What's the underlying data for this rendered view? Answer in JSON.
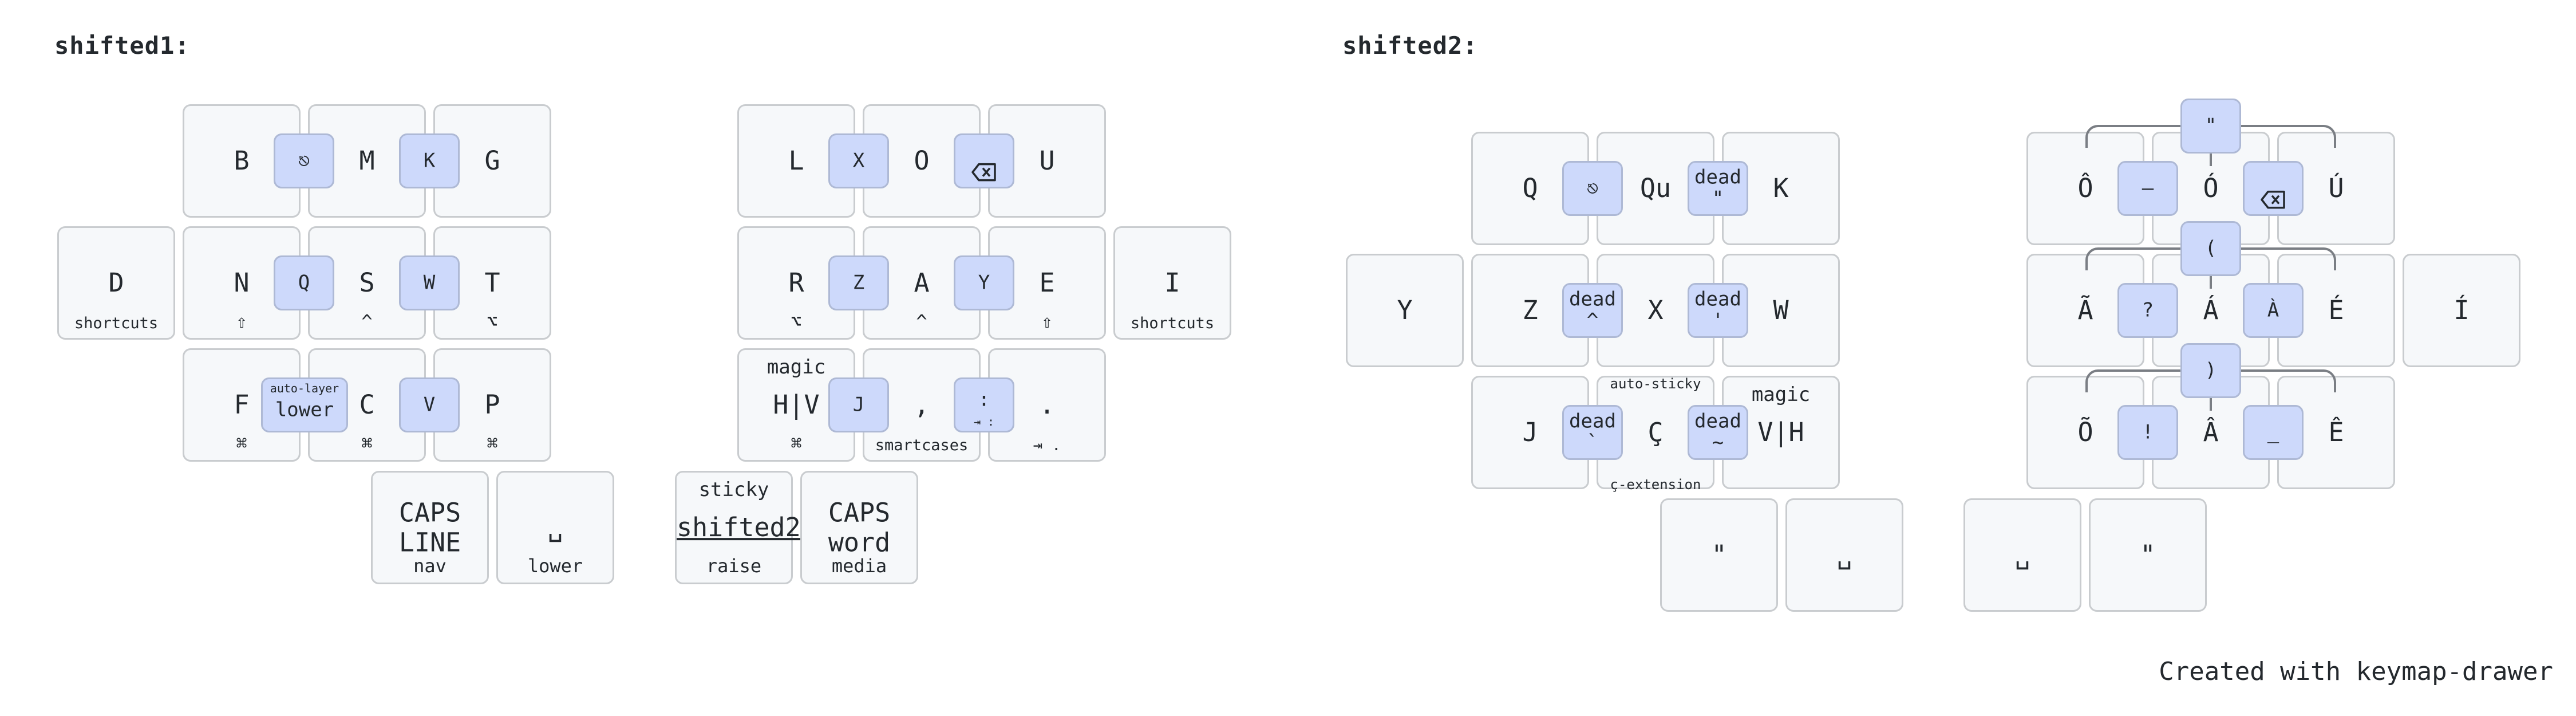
{
  "layers": [
    {
      "name": "shifted1:",
      "keys": [
        {
          "tap": "B"
        },
        {
          "tap": "M"
        },
        {
          "tap": "G"
        },
        {
          "tap": "L"
        },
        {
          "tap": "O"
        },
        {
          "tap": "U"
        },
        {
          "tap": "D",
          "hold": "shortcuts"
        },
        {
          "tap": "N",
          "hold": "⇧"
        },
        {
          "tap": "S",
          "hold": "^"
        },
        {
          "tap": "T",
          "hold": "⌥"
        },
        {
          "tap": "R",
          "hold": "⌥"
        },
        {
          "tap": "A",
          "hold": "^"
        },
        {
          "tap": "E",
          "hold": "⇧"
        },
        {
          "tap": "I",
          "hold": "shortcuts"
        },
        {
          "tap": "F",
          "hold": "⌘"
        },
        {
          "tap": "C",
          "hold": "⌘"
        },
        {
          "tap": "P",
          "hold": "⌘"
        },
        {
          "tap": "H|V",
          "hold": "⌘",
          "shifted": "magic"
        },
        {
          "tap": ",",
          "hold": "smartcases"
        },
        {
          "tap": ".",
          "hold": "⇥ ."
        },
        {
          "tap": "CAPS\nLINE",
          "hold": "nav"
        },
        {
          "tap": "␣",
          "hold": "lower"
        },
        {
          "tap": "shifted2",
          "hold": "raise",
          "shifted": "sticky"
        },
        {
          "tap": "CAPS\nword",
          "hold": "media"
        }
      ],
      "combos": [
        {
          "tap": "⎋"
        },
        {
          "tap": "K"
        },
        {
          "tap": "X"
        },
        {
          "tap": "⌫",
          "icon": "backspace-icon"
        },
        {
          "tap": "Q"
        },
        {
          "tap": "W"
        },
        {
          "tap": "Z"
        },
        {
          "tap": "Y"
        },
        {
          "tap": "lower",
          "top": "auto-layer"
        },
        {
          "tap": "V"
        },
        {
          "tap": "J"
        },
        {
          "tap": ":",
          "bottom": "⇥ :"
        }
      ]
    },
    {
      "name": "shifted2:",
      "keys": [
        {
          "tap": "Q"
        },
        {
          "tap": "Qu"
        },
        {
          "tap": "K"
        },
        {
          "tap": "Ô"
        },
        {
          "tap": "Ó"
        },
        {
          "tap": "Ú"
        },
        {
          "tap": "Y"
        },
        {
          "tap": "Z"
        },
        {
          "tap": "X"
        },
        {
          "tap": "W"
        },
        {
          "tap": "Ã"
        },
        {
          "tap": "Á"
        },
        {
          "tap": "É"
        },
        {
          "tap": "Í"
        },
        {
          "tap": "J"
        },
        {
          "tap": "Ç"
        },
        {
          "tap": "V|H",
          "shifted": "magic"
        },
        {
          "tap": "Õ"
        },
        {
          "tap": "Â"
        },
        {
          "tap": "Ê"
        },
        {
          "tap": "\""
        },
        {
          "tap": "␣"
        },
        {
          "tap": "␣"
        },
        {
          "tap": "\""
        }
      ],
      "combos": [
        {
          "tap": "⎋"
        },
        {
          "tap": "dead\n\""
        },
        {
          "tap": "dead\n^"
        },
        {
          "tap": "dead\n'"
        },
        {
          "tap": "dead\n`"
        },
        {
          "tap": "dead\n~"
        },
        {
          "tap": "\""
        },
        {
          "tap": "–"
        },
        {
          "tap": "⌫",
          "icon": "backspace-icon"
        },
        {
          "tap": "("
        },
        {
          "tap": "?"
        },
        {
          "tap": "À"
        },
        {
          "tap": ")"
        },
        {
          "tap": "!"
        },
        {
          "tap": "_"
        }
      ],
      "combo_notes": [
        "auto-sticky",
        "ç-extension"
      ]
    }
  ],
  "footer": "Created with keymap-drawer"
}
